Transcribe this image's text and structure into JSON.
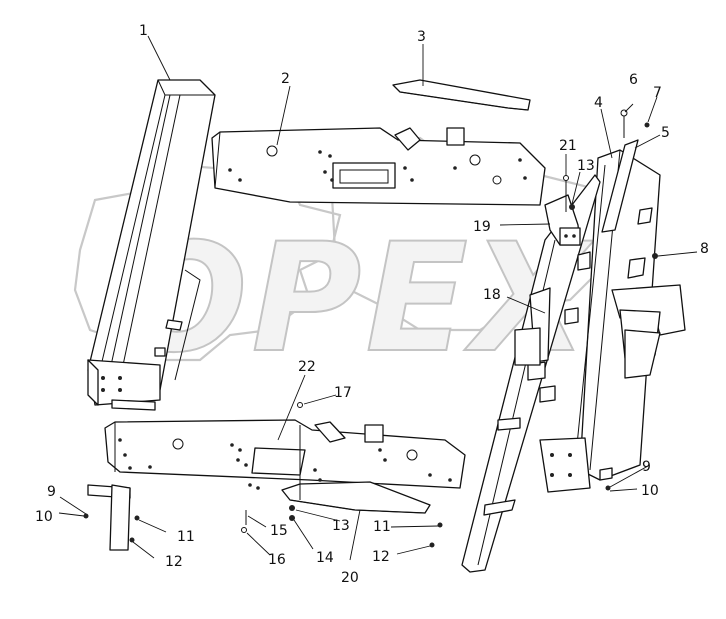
{
  "watermark": {
    "text": "OPEX"
  },
  "callouts": [
    {
      "key": "c1",
      "label": "1"
    },
    {
      "key": "c2",
      "label": "2"
    },
    {
      "key": "c3",
      "label": "3"
    },
    {
      "key": "c4",
      "label": "4"
    },
    {
      "key": "c5",
      "label": "5"
    },
    {
      "key": "c6",
      "label": "6"
    },
    {
      "key": "c7",
      "label": "7"
    },
    {
      "key": "c8",
      "label": "8"
    },
    {
      "key": "c9a",
      "label": "9"
    },
    {
      "key": "c9b",
      "label": "9"
    },
    {
      "key": "c10a",
      "label": "10"
    },
    {
      "key": "c10b",
      "label": "10"
    },
    {
      "key": "c11a",
      "label": "11"
    },
    {
      "key": "c11b",
      "label": "11"
    },
    {
      "key": "c12a",
      "label": "12"
    },
    {
      "key": "c12b",
      "label": "12"
    },
    {
      "key": "c13a",
      "label": "13"
    },
    {
      "key": "c13b",
      "label": "13"
    },
    {
      "key": "c14",
      "label": "14"
    },
    {
      "key": "c15",
      "label": "15"
    },
    {
      "key": "c16",
      "label": "16"
    },
    {
      "key": "c17",
      "label": "17"
    },
    {
      "key": "c18",
      "label": "18"
    },
    {
      "key": "c19",
      "label": "19"
    },
    {
      "key": "c20",
      "label": "20"
    },
    {
      "key": "c21",
      "label": "21"
    },
    {
      "key": "c22",
      "label": "22"
    }
  ]
}
